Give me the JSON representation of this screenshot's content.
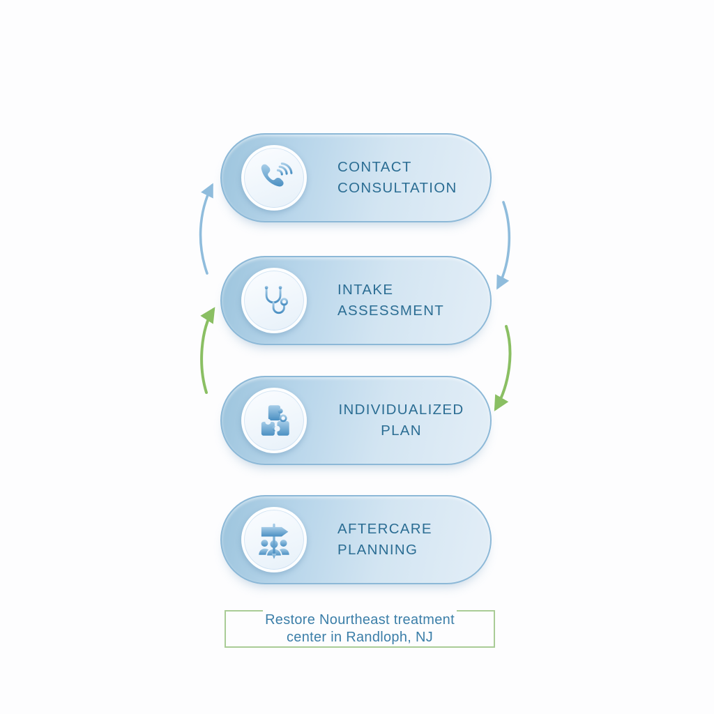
{
  "diagram": {
    "type": "vertical-process-flow",
    "steps": [
      {
        "name": "contact-consultation",
        "line1": "CONTACT",
        "line2": "CONSULTATION",
        "icon": "phone-icon"
      },
      {
        "name": "intake-assessment",
        "line1": "INTAKE",
        "line2": "ASSESSMENT",
        "icon": "stethoscope-icon"
      },
      {
        "name": "individualized-plan",
        "line1": "INDIVIDUALIZED",
        "line2": "PLAN",
        "icon": "puzzle-icon"
      },
      {
        "name": "aftercare-planning",
        "line1": "AFTERCARE",
        "line2": "PLANNING",
        "icon": "people-signpost-icon"
      }
    ],
    "arrows": [
      {
        "side": "left",
        "direction": "up",
        "between": "intake-assessment to contact-consultation",
        "color_key": "arrow_blue"
      },
      {
        "side": "right",
        "direction": "down",
        "between": "contact-consultation to intake-assessment",
        "color_key": "arrow_blue"
      },
      {
        "side": "left",
        "direction": "up",
        "between": "individualized-plan to intake-assessment",
        "color_key": "arrow_green"
      },
      {
        "side": "right",
        "direction": "down",
        "between": "intake-assessment to individualized-plan",
        "color_key": "arrow_green"
      }
    ]
  },
  "caption": {
    "line1": "Restore Nourtheast treatment",
    "line2": "center in Randloph, NJ"
  },
  "colors": {
    "page_bg": "#fdfdfe",
    "pill_border": "#8cb8d7",
    "pill_grad_start": "#9cc4dd",
    "pill_grad_end": "#e3eef7",
    "circle_bg": "#e9f2fa",
    "icon_blue_light": "#a7cde8",
    "icon_blue_dark": "#4a8fc2",
    "text_blue": "#2b6d93",
    "arrow_blue": "#8fbcdc",
    "arrow_green": "#8abf63",
    "caption_border": "#a9cc96",
    "caption_text": "#3b7ea8"
  }
}
